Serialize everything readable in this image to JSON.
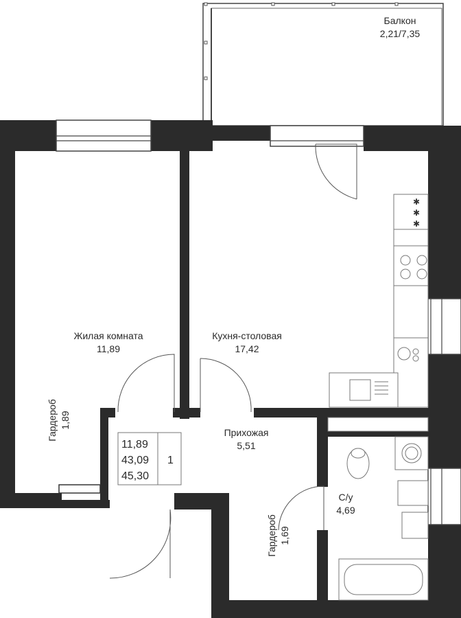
{
  "rooms": {
    "balcony": {
      "name": "Балкон",
      "area": "2,21/7,35"
    },
    "living": {
      "name": "Жилая комната",
      "area": "11,89"
    },
    "kitchen": {
      "name": "Кухня-столовая",
      "area": "17,42"
    },
    "hallway": {
      "name": "Прихожая",
      "area": "5,51"
    },
    "bathroom": {
      "name": "С/у",
      "area": "4,69"
    },
    "wardrobe_left": {
      "name": "Гардероб",
      "area": "1,89"
    },
    "wardrobe_bottom": {
      "name": "Гардероб",
      "area": "1,69"
    }
  },
  "summary": {
    "living_area": "11,89",
    "total_area": "43,09",
    "total_with_balcony": "45,30",
    "rooms_count": "1"
  },
  "colors": {
    "wall": "#2b2b2b",
    "line": "#555555",
    "background": "#ffffff"
  }
}
